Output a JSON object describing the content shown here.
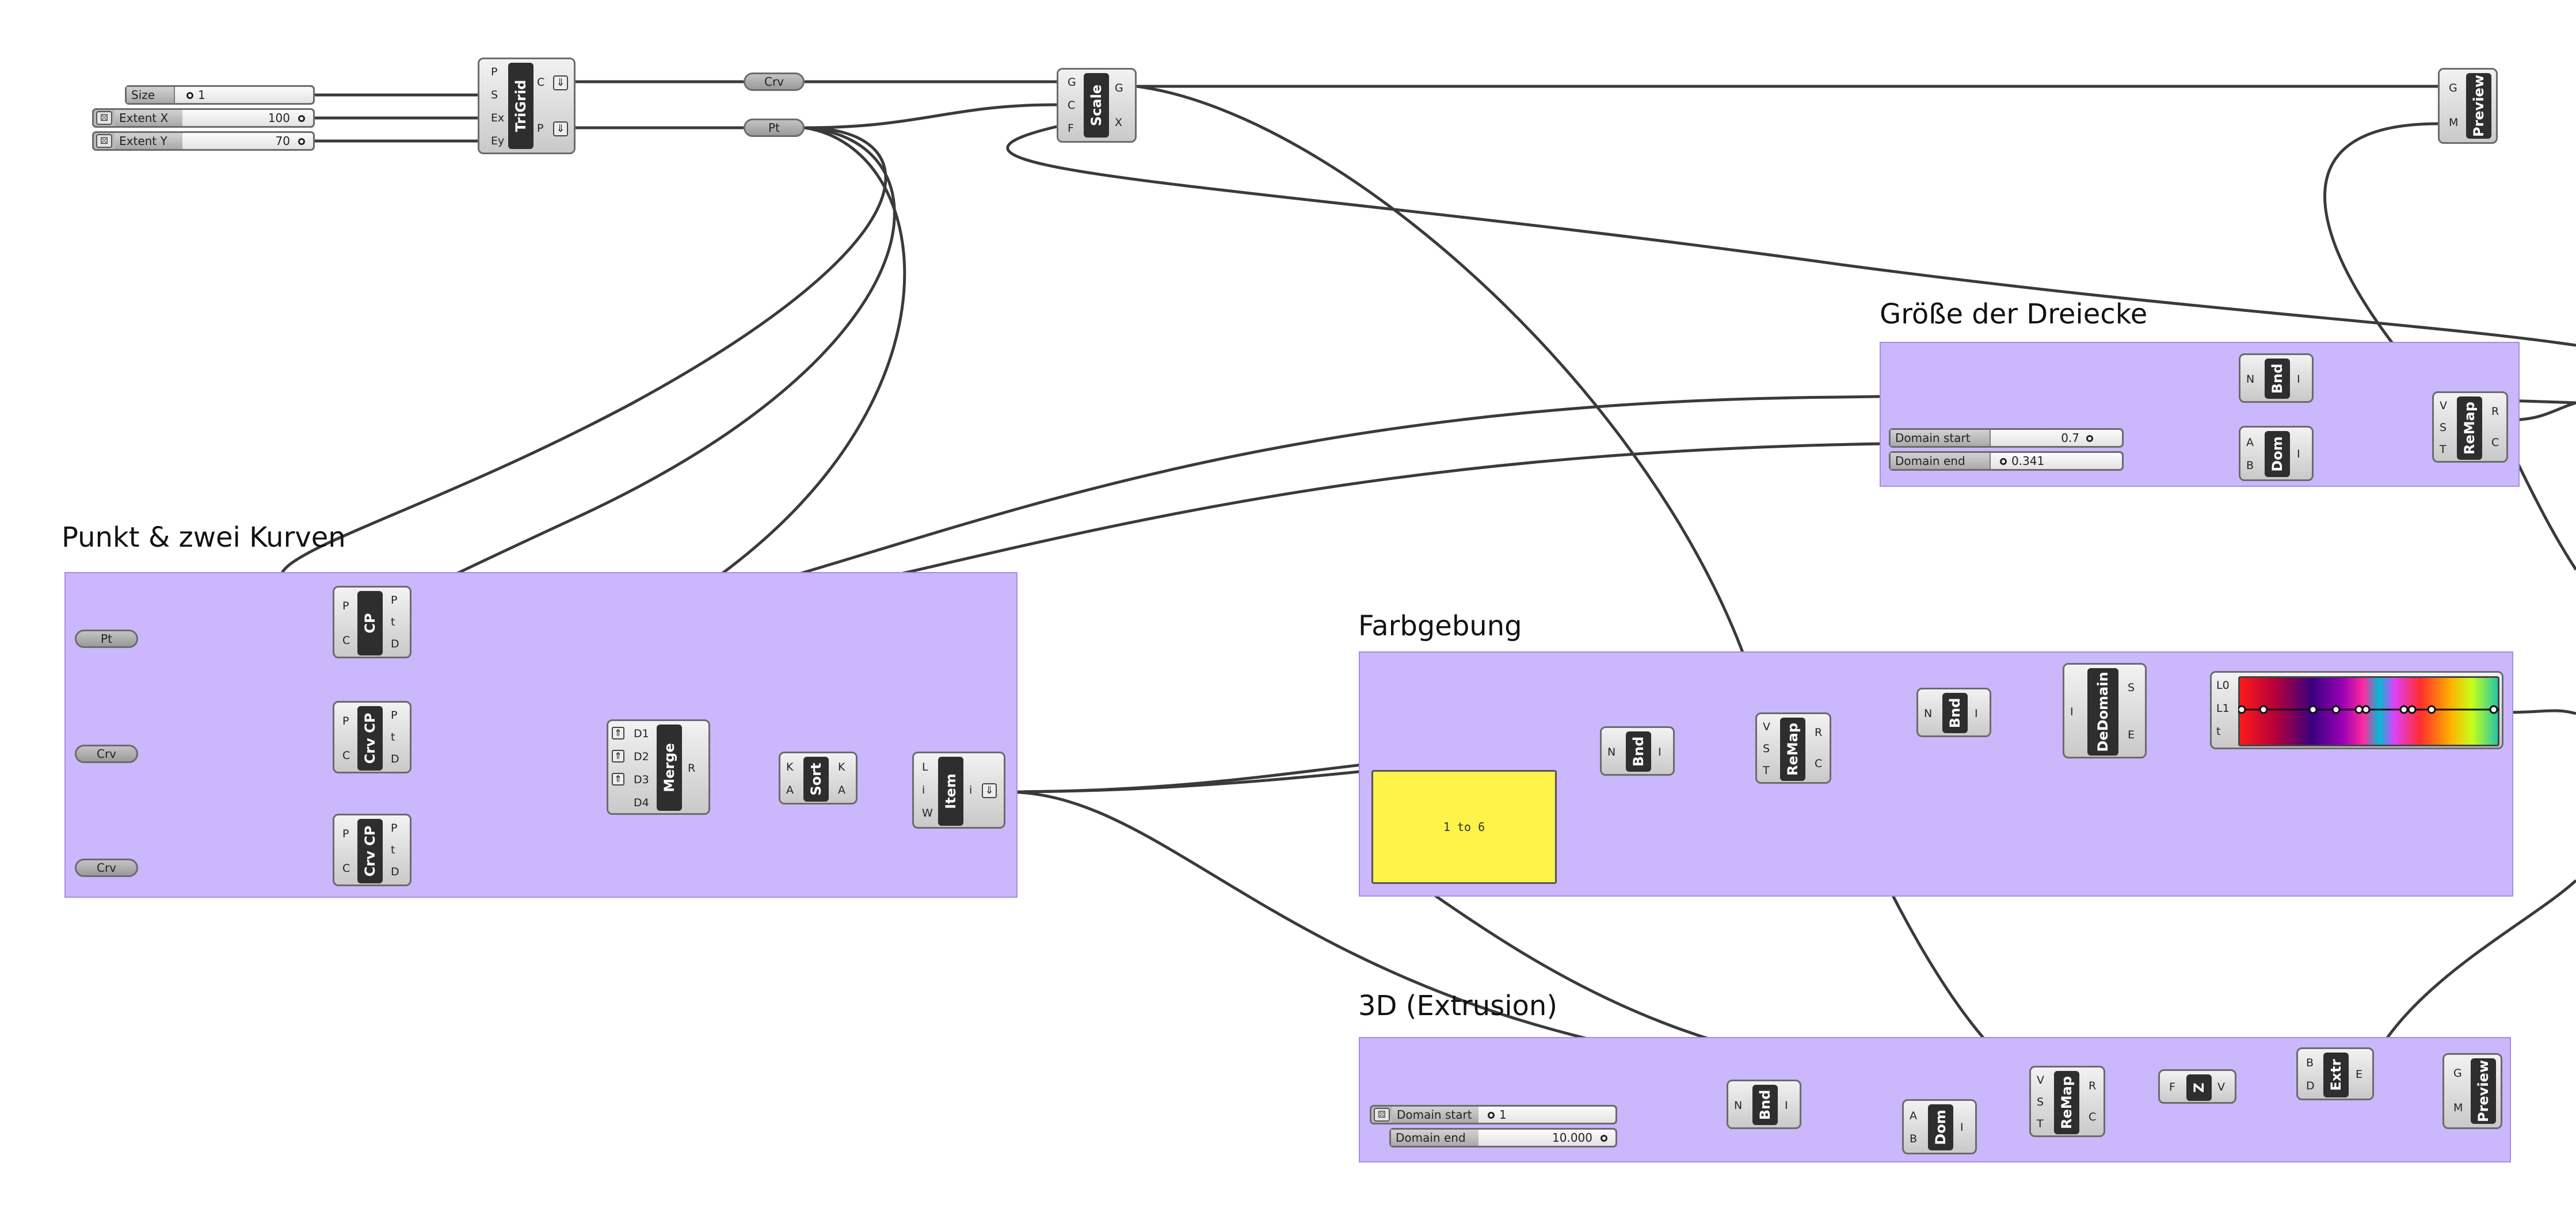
{
  "groups": {
    "groesse": "Größe der Dreiecke",
    "punkt": "Punkt & zwei Kurven",
    "farb": "Farbgebung",
    "extrusion": "3D (Extrusion)"
  },
  "components": {
    "trigrid": {
      "label": "TriGrid",
      "inputs": [
        "P",
        "S",
        "Ex",
        "Ey"
      ],
      "outputs": [
        "C",
        "P"
      ]
    },
    "scale": {
      "label": "Scale",
      "inputs": [
        "G",
        "C",
        "F"
      ],
      "outputs": [
        "G",
        "X"
      ]
    },
    "preview_top": {
      "label": "Preview",
      "inputs": [
        "G",
        "M"
      ]
    },
    "bnd_g": {
      "label": "Bnd",
      "inputs": [
        "N"
      ],
      "outputs": [
        "I"
      ]
    },
    "dom_g": {
      "label": "Dom",
      "inputs": [
        "A",
        "B"
      ],
      "outputs": [
        "I"
      ]
    },
    "remap_g": {
      "label": "ReMap",
      "inputs": [
        "V",
        "S",
        "T"
      ],
      "outputs": [
        "R",
        "C"
      ]
    },
    "cp": {
      "label": "CP",
      "inputs": [
        "P",
        "C"
      ],
      "outputs": [
        "P",
        "t",
        "D"
      ]
    },
    "crvcp1": {
      "label": "Crv CP",
      "inputs": [
        "P",
        "C"
      ],
      "outputs": [
        "P",
        "t",
        "D"
      ]
    },
    "crvcp2": {
      "label": "Crv CP",
      "inputs": [
        "P",
        "C"
      ],
      "outputs": [
        "P",
        "t",
        "D"
      ]
    },
    "merge": {
      "label": "Merge",
      "inputs": [
        "D1",
        "D2",
        "D3",
        "D4"
      ],
      "outputs": [
        "R"
      ]
    },
    "sort": {
      "label": "Sort",
      "inputs": [
        "K",
        "A"
      ],
      "outputs": [
        "K",
        "A"
      ]
    },
    "item": {
      "label": "Item",
      "inputs": [
        "L",
        "i",
        "W"
      ],
      "outputs": [
        "i"
      ]
    },
    "bnd_f1": {
      "label": "Bnd",
      "inputs": [
        "N"
      ],
      "outputs": [
        "I"
      ]
    },
    "remap_f": {
      "label": "ReMap",
      "inputs": [
        "V",
        "S",
        "T"
      ],
      "outputs": [
        "R",
        "C"
      ]
    },
    "bnd_f2": {
      "label": "Bnd",
      "inputs": [
        "N"
      ],
      "outputs": [
        "I"
      ]
    },
    "dedomain": {
      "label": "DeDomain",
      "inputs": [
        "I"
      ],
      "outputs": [
        "S",
        "E"
      ]
    },
    "gradient": {
      "inputs": [
        "L0",
        "L1",
        "t"
      ]
    },
    "bnd_e": {
      "label": "Bnd",
      "inputs": [
        "N"
      ],
      "outputs": [
        "I"
      ]
    },
    "dom_e": {
      "label": "Dom",
      "inputs": [
        "A",
        "B"
      ],
      "outputs": [
        "I"
      ]
    },
    "remap_e": {
      "label": "ReMap",
      "inputs": [
        "V",
        "S",
        "T"
      ],
      "outputs": [
        "R",
        "C"
      ]
    },
    "z": {
      "label": "Z",
      "inputs": [
        "F"
      ],
      "outputs": [
        "V"
      ]
    },
    "extr": {
      "label": "Extr",
      "inputs": [
        "B",
        "D"
      ],
      "outputs": [
        "E"
      ]
    },
    "preview_bottom": {
      "label": "Preview",
      "inputs": [
        "G",
        "M"
      ]
    }
  },
  "params": {
    "crv_top": "Crv",
    "pt_top": "Pt",
    "pt_left": "Pt",
    "crv_left1": "Crv",
    "crv_left2": "Crv"
  },
  "sliders": {
    "size": {
      "label": "Size",
      "value": "1"
    },
    "extent_x": {
      "label": "Extent X",
      "value": "100"
    },
    "extent_y": {
      "label": "Extent Y",
      "value": "70"
    },
    "dom_start_g": {
      "label": "Domain start",
      "value": "0.7"
    },
    "dom_end_g": {
      "label": "Domain end",
      "value": "0.341"
    },
    "dom_start_e": {
      "label": "Domain start",
      "value": "1"
    },
    "dom_end_e": {
      "label": "Domain end",
      "value": "10.000"
    }
  },
  "panel": {
    "text": "1 to 6"
  },
  "icons": {
    "dice": "⚄",
    "flatten": "⇓",
    "graft": "⇑"
  },
  "colors": {
    "group_fill": "#cbb7fb",
    "panel_fill": "#fff34a",
    "wire": "#3a3a3a"
  }
}
